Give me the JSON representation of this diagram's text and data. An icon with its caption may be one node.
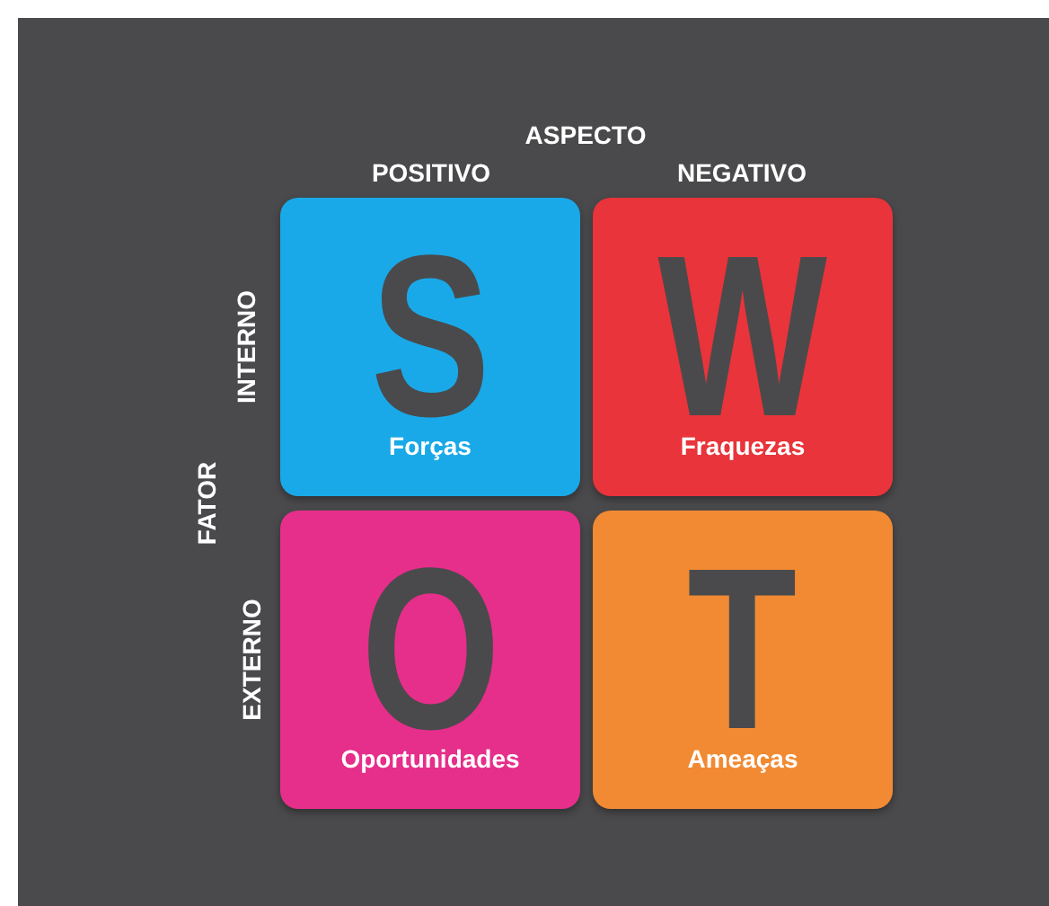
{
  "diagram": {
    "nodes": [
      {
        "text": [
          "S",
          "Forças"
        ]
      },
      {
        "text": [
          "W",
          "Fraquezas"
        ]
      },
      {
        "text": [
          "O",
          "Oportunidades"
        ]
      },
      {
        "text": [
          "T",
          "Ameaças"
        ]
      }
    ],
    "labels": [
      "ASPECTO",
      "POSITIVO",
      "NEGATIVO",
      "FATOR",
      "INTERNO",
      "EXTERNO"
    ]
  }
}
